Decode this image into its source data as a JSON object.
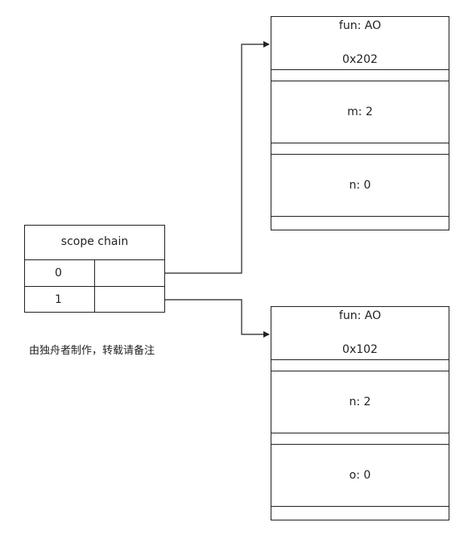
{
  "scope_chain": {
    "header": "scope chain",
    "rows": [
      {
        "index": "0",
        "value": ""
      },
      {
        "index": "1",
        "value": ""
      }
    ]
  },
  "objects": [
    {
      "title": "fun: AO",
      "address": "0x202",
      "entries": [
        "m: 2",
        "n: 0"
      ]
    },
    {
      "title": "fun: AO",
      "address": "0x102",
      "entries": [
        "n: 2",
        "o: 0"
      ]
    }
  ],
  "note": "由独舟者制作，转载请备注",
  "colors": {
    "line": "#222222",
    "background": "#ffffff"
  }
}
